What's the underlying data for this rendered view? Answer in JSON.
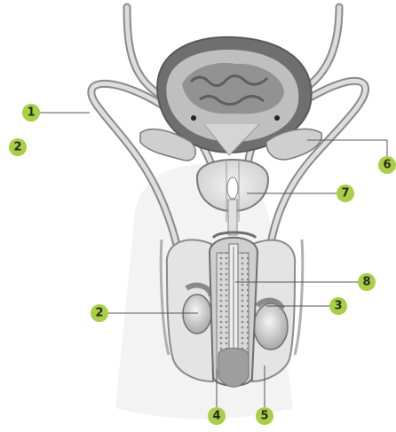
{
  "badge_color": "#a8cf45",
  "leader_color": "#555555",
  "tissue_colors": {
    "light": "#e6e6e6",
    "mid": "#bdbdbd",
    "dark": "#6e6e6e",
    "outline": "#7a7a7a"
  },
  "labels": {
    "l1": "1",
    "l2a": "2",
    "l2b": "2",
    "l3": "3",
    "l4": "4",
    "l5": "5",
    "l6": "6",
    "l7": "7",
    "l8": "8"
  }
}
